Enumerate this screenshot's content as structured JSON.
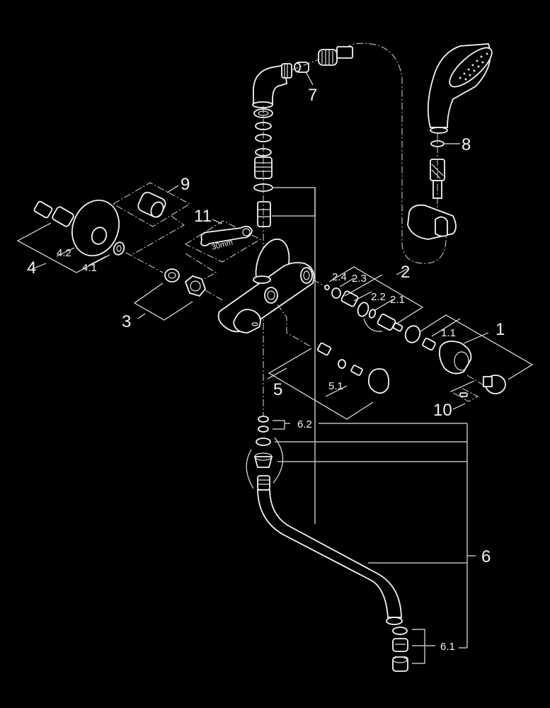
{
  "diagram": {
    "title": "Exploded parts view – wall-mounted tap with hand shower",
    "background": "#000000",
    "line_color": "#f0f0f0",
    "callouts": {
      "c1": "1",
      "c1_1": "1.1",
      "c2": "2",
      "c2_1": "2.1",
      "c2_2": "2.2",
      "c2_3": "2.3",
      "c2_4": "2.4",
      "c3": "3",
      "c4": "4",
      "c4_1": "4.1",
      "c4_2": "4.2",
      "c5": "5",
      "c5_1": "5.1",
      "c6": "6",
      "c6_1": "6.1",
      "c6_2": "6.2",
      "c7": "7",
      "c8": "8",
      "c9": "9",
      "c10": "10",
      "c11": "11"
    },
    "wrench_label": "30mm"
  }
}
